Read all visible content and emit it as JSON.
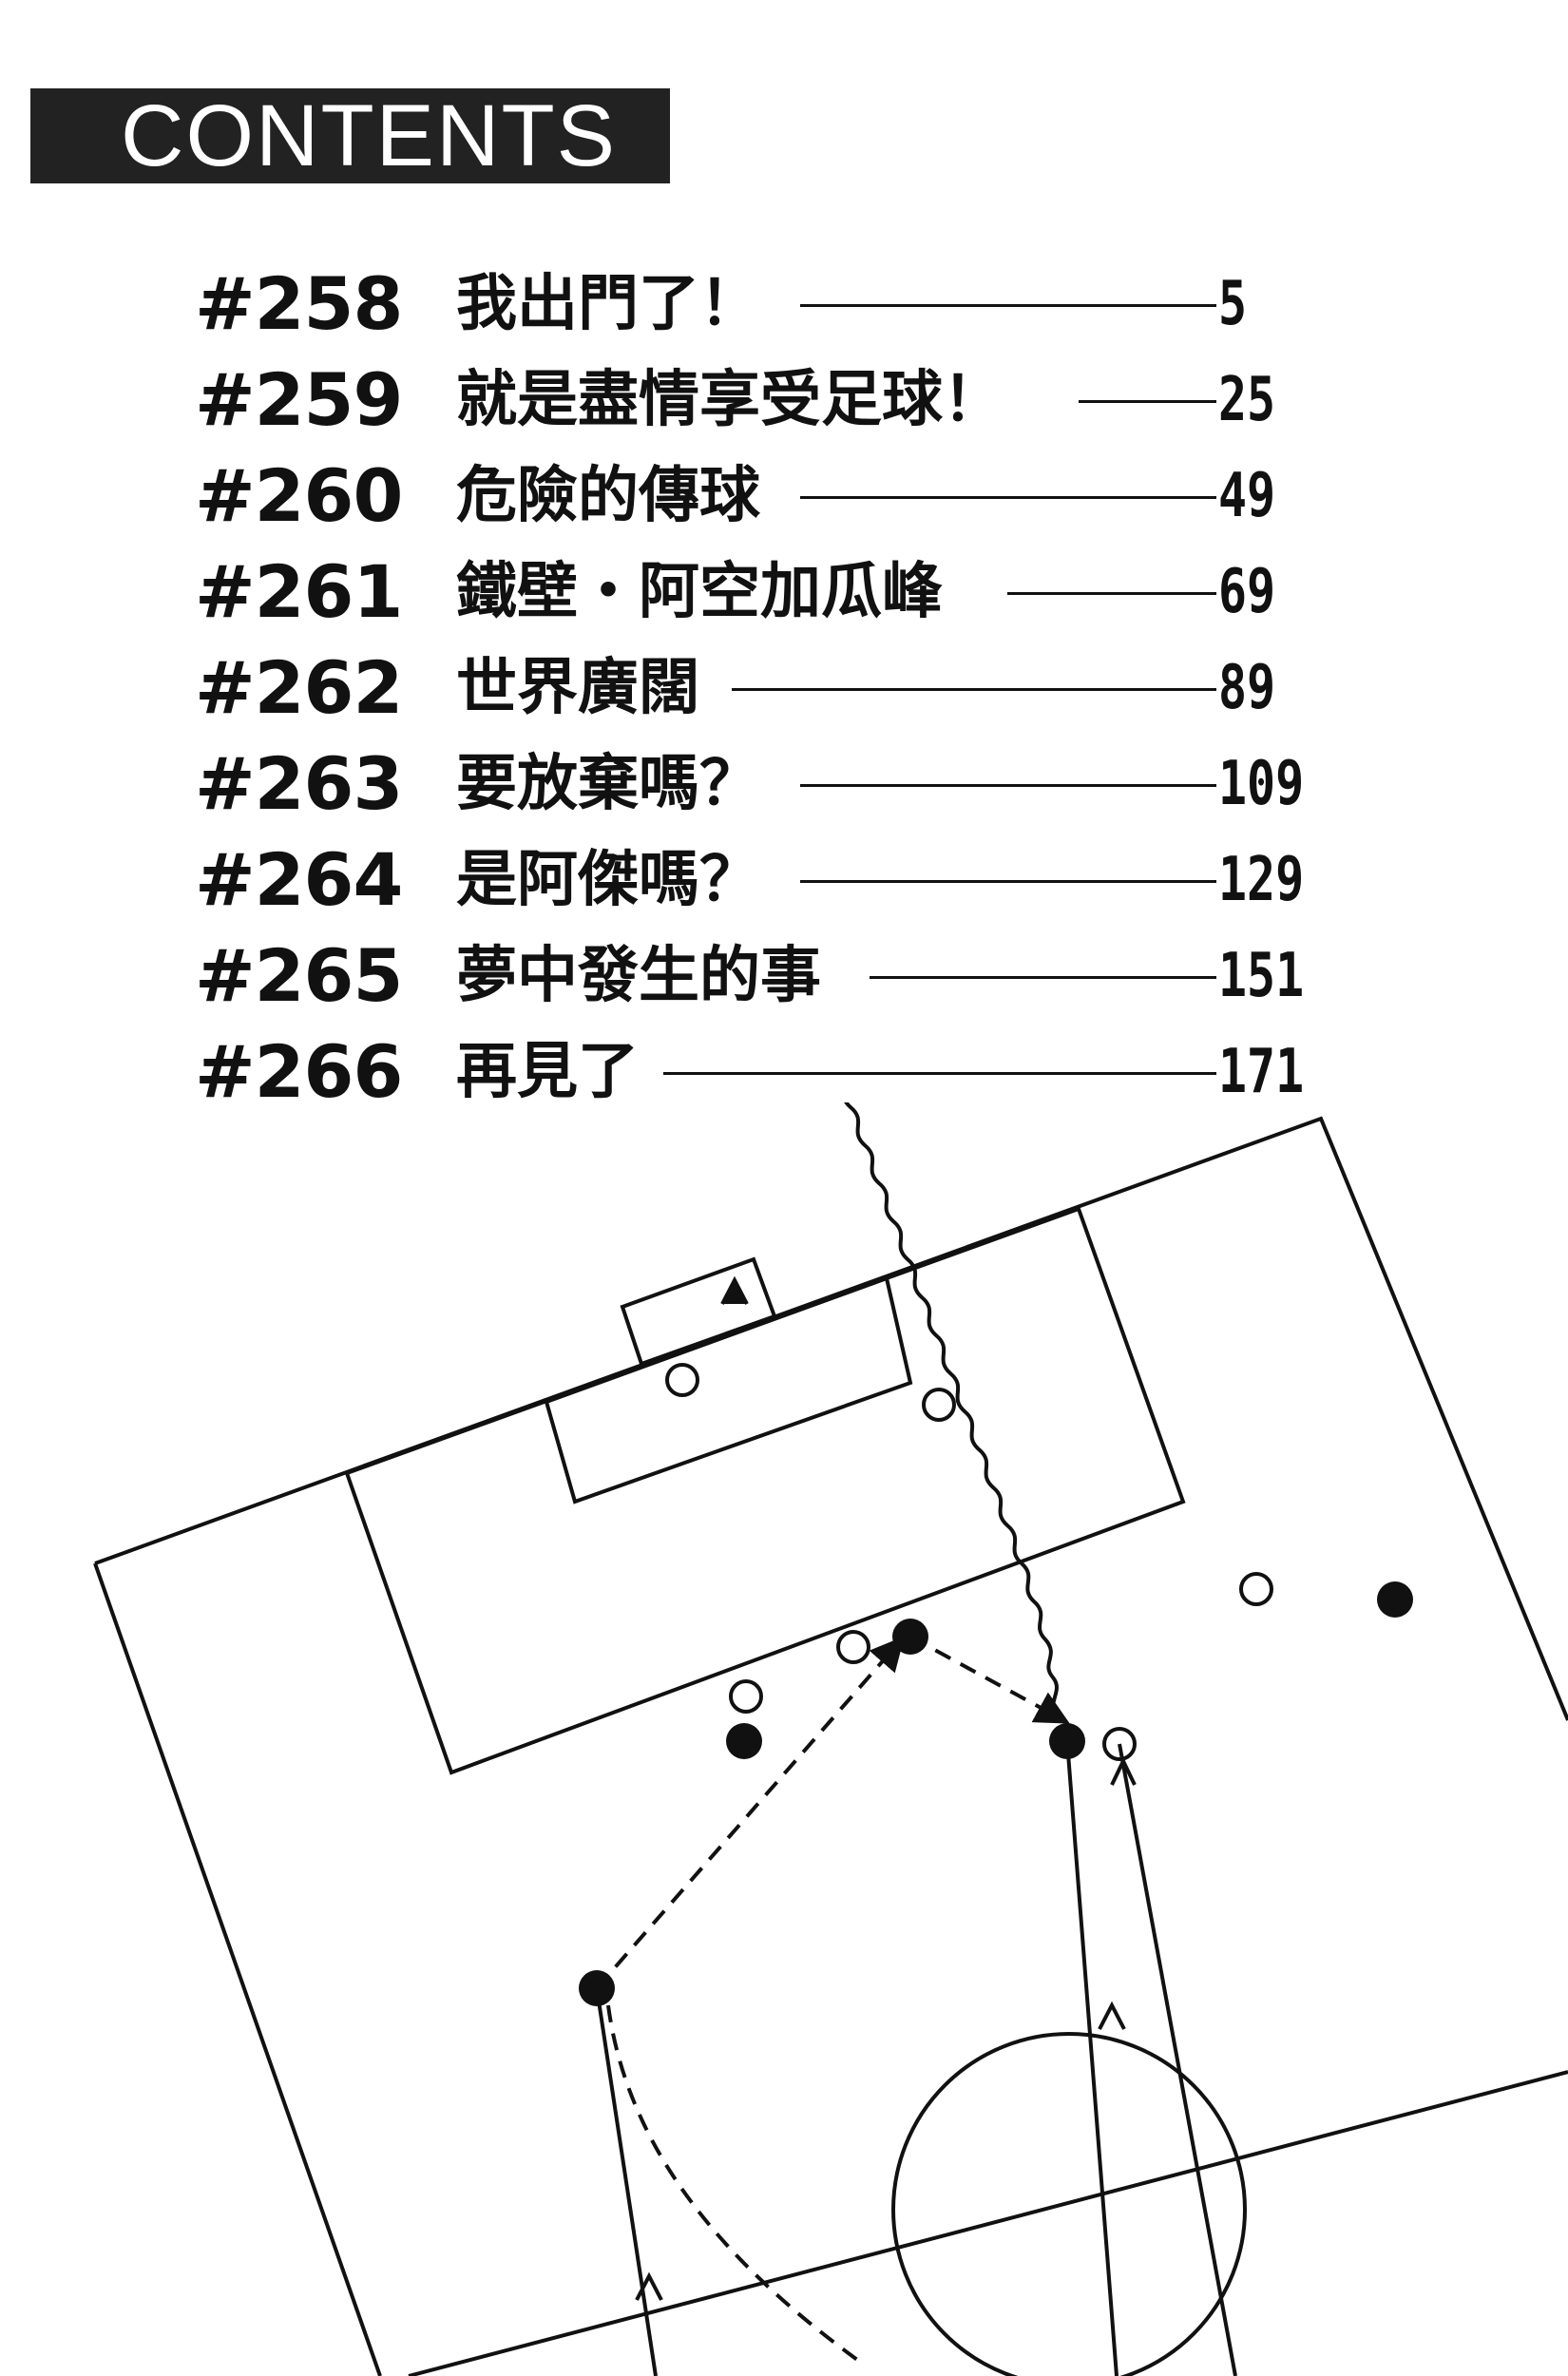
{
  "header": {
    "title": "CONTENTS"
  },
  "toc": [
    {
      "number": "#258",
      "title": "我出門了！",
      "page": "5"
    },
    {
      "number": "#259",
      "title": "就是盡情享受足球！",
      "page": "25"
    },
    {
      "number": "#260",
      "title": "危險的傳球",
      "page": "49"
    },
    {
      "number": "#261",
      "title": "鐵壁・阿空加瓜峰",
      "page": "69"
    },
    {
      "number": "#262",
      "title": "世界廣闊",
      "page": "89"
    },
    {
      "number": "#263",
      "title": "要放棄嗎？",
      "page": "109"
    },
    {
      "number": "#264",
      "title": "是阿傑嗎？",
      "page": "129"
    },
    {
      "number": "#265",
      "title": "夢中發生的事",
      "page": "151"
    },
    {
      "number": "#266",
      "title": "再見了",
      "page": "171"
    }
  ],
  "illustration": {
    "icon": "soccer-tactics-diagram",
    "line_color": "#111111"
  }
}
